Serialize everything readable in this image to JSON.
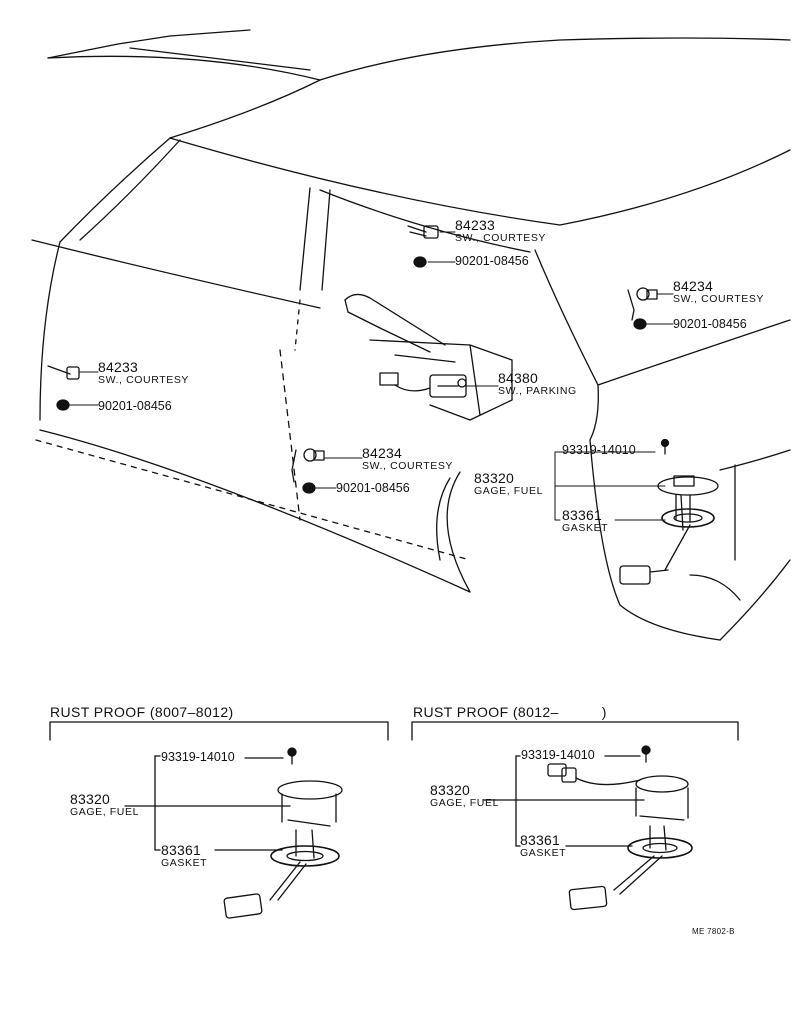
{
  "callouts": {
    "sw_top_mid": {
      "part_no": "84233",
      "name": "SW., COURTESY"
    },
    "washer_top_mid": {
      "part_no": "90201-08456"
    },
    "sw_right": {
      "part_no": "84234",
      "name": "SW., COURTESY"
    },
    "washer_right": {
      "part_no": "90201-08456"
    },
    "sw_left": {
      "part_no": "84233",
      "name": "SW., COURTESY"
    },
    "washer_left": {
      "part_no": "90201-08456"
    },
    "parking_sw": {
      "part_no": "84380",
      "name": "SW., PARKING"
    },
    "sw_lower_mid": {
      "part_no": "84234",
      "name": "SW., COURTESY"
    },
    "washer_lower_mid": {
      "part_no": "90201-08456"
    },
    "main_screw": {
      "part_no": "93319-14010"
    },
    "main_gage": {
      "part_no": "83320",
      "name": "GAGE, FUEL"
    },
    "main_gasket": {
      "part_no": "83361",
      "name": "GASKET"
    }
  },
  "variants": [
    {
      "title": "RUST PROOF (8007–8012)",
      "screw": "93319-14010",
      "gage_no": "83320",
      "gage_name": "GAGE, FUEL",
      "gasket_no": "83361",
      "gasket_name": "GASKET"
    },
    {
      "title": "RUST PROOF (8012–          )",
      "screw": "93319-14010",
      "gage_no": "83320",
      "gage_name": "GAGE, FUEL",
      "gasket_no": "83361",
      "gasket_name": "GASKET"
    }
  ],
  "footer": {
    "code": "ME 7802-B"
  },
  "colors": {
    "ink": "#111111",
    "paper": "#ffffff"
  },
  "icons": [
    "courtesy-switch-icon",
    "washer-icon",
    "screw-icon",
    "fuel-gage-icon",
    "gasket-icon",
    "parking-switch-icon"
  ]
}
